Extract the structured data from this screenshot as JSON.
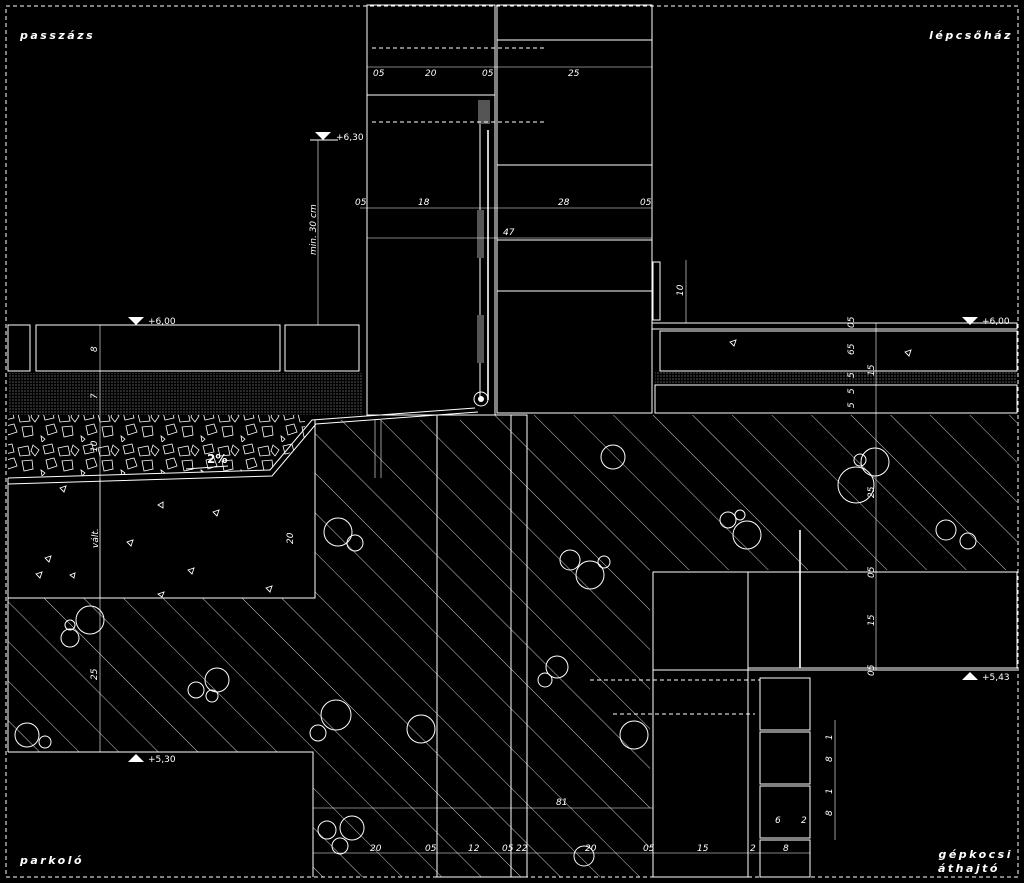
{
  "labels": {
    "top_left": "passzázs",
    "top_right": "lépcsőház",
    "bottom_left": "parkoló",
    "bottom_right_line1": "gépkocsi",
    "bottom_right_line2": "áthajtó"
  },
  "levels": {
    "top": "+6,30",
    "left": "+6,00",
    "right": "+6,00",
    "slab_bottom": "+5,43",
    "parking": "+5,30"
  },
  "notes": {
    "slope": "2%",
    "min_height": "min. 30 cm",
    "variable": "vált."
  },
  "dims": {
    "top_row": [
      "05",
      "20",
      "05",
      "25"
    ],
    "mid_row": [
      "05",
      "18",
      "28",
      "05"
    ],
    "mid_total": "47",
    "upturn": "10",
    "left_col": [
      "8",
      "7",
      "10",
      "20",
      "25"
    ],
    "right_col": [
      "05",
      "65",
      "5",
      "15",
      "5",
      "5",
      "25",
      "05",
      "15",
      "05"
    ],
    "total_bottom": "81",
    "bottom_row": [
      "20",
      "05",
      "12",
      "05",
      "22",
      "20",
      "05",
      "15",
      "2",
      "8"
    ],
    "brick": [
      "1",
      "8",
      "1",
      "8",
      "6",
      "2"
    ]
  }
}
